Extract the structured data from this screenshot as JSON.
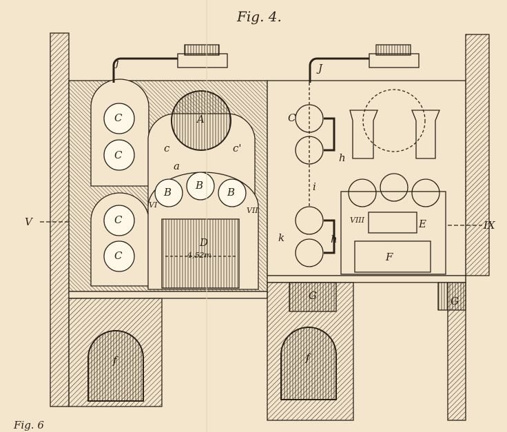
{
  "figure": {
    "title": "Fig. 4.",
    "next_figure": "Fig. 6",
    "dimension": "4,52m",
    "labels": {
      "j_left": "j",
      "j_right": "J",
      "c1": "C",
      "c2": "C",
      "c3": "C",
      "c4": "C",
      "a_drum": "A",
      "c_small": "c",
      "c_prime": "c'",
      "a_small": "a",
      "b1": "B",
      "b2": "B",
      "b3": "B",
      "vi": "VI",
      "vii_left": "VII",
      "v": "V",
      "d": "D",
      "k": "k",
      "g1": "G",
      "g2": "G",
      "f1": "f",
      "f2": "f",
      "c_right": "C",
      "h1": "h",
      "i": "i",
      "h2": "h",
      "viii": "VIII",
      "e": "E",
      "f_cap": "F",
      "ix": "IX"
    },
    "colors": {
      "paper": "#f3e6cc",
      "ink": "#2a2218"
    }
  }
}
